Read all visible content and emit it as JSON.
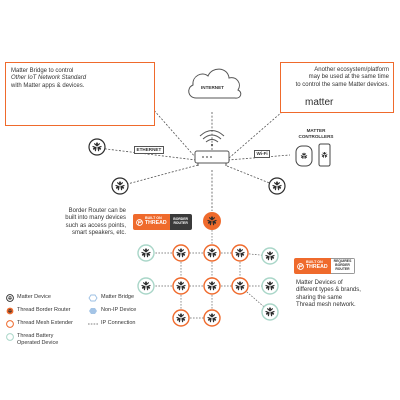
{
  "callouts": {
    "bridge": {
      "line1": "Matter Bridge to control",
      "line2": "Other IoT Network Standard",
      "line3": "with Matter apps & devices."
    },
    "ecosystem": {
      "line1": "Another ecosystem/platform",
      "line2": "may be used at the same time",
      "line3": "to control the same Matter devices.",
      "brand": "matter"
    }
  },
  "labels": {
    "internet": "INTERNET",
    "ethernet": "ETHERNET",
    "wifi": "Wi-Fi",
    "controllers_line1": "MATTER",
    "controllers_line2": "CONTROLLERS"
  },
  "border_router_note": {
    "line1": "Border Router can be",
    "line2": "built into many devices",
    "line3": "such as access points,",
    "line4": "smart speakers, etc."
  },
  "mesh_note": {
    "line1": "Matter Devices of",
    "line2": "different types & brands,",
    "line3": "sharing the same",
    "line4": "Thread mesh network."
  },
  "badges": {
    "built_on_small": "BUILT ON",
    "built_on_big": "THREAD",
    "border_router": "BORDER ROUTER",
    "requires_line1": "REQUIRES",
    "requires_line2": "BORDER",
    "requires_line3": "ROUTER"
  },
  "legend": {
    "matter_device": "Matter Device",
    "thread_border_router": "Thread Border Router",
    "thread_mesh_extender": "Thread Mesh Extender",
    "thread_battery_line1": "Thread Battery",
    "thread_battery_line2": "Operated Device",
    "matter_bridge": "Matter Bridge",
    "non_ip_device": "Non-IP Device",
    "ip_connection": "IP Connection"
  },
  "colors": {
    "thread_orange": "#ef6a2c",
    "matter_dark": "#2d2d2d",
    "battery_teal": "#a9d6c8",
    "non_ip_blue": "#a4c4e6",
    "text": "#333333"
  }
}
